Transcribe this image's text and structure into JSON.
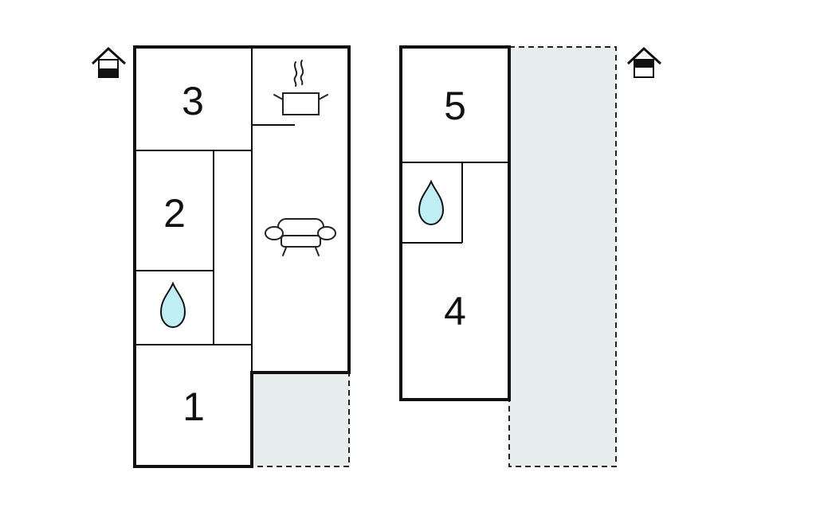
{
  "floors": [
    {
      "rooms": [
        {
          "id": "room-1",
          "label": "1"
        },
        {
          "id": "room-2",
          "label": "2"
        },
        {
          "id": "room-3",
          "label": "3"
        }
      ],
      "icons": [
        "floor-indicator-icon",
        "water-drop-icon",
        "kitchen-pot-icon",
        "sofa-icon"
      ],
      "indicator_level": "ground"
    },
    {
      "rooms": [
        {
          "id": "room-4",
          "label": "4"
        },
        {
          "id": "room-5",
          "label": "5"
        }
      ],
      "icons": [
        "floor-indicator-icon",
        "water-drop-icon"
      ],
      "indicator_level": "upper"
    }
  ],
  "colors": {
    "wall": "#111111",
    "terrace_fill": "#e8eeee",
    "water_drop": "#bfeef5"
  }
}
